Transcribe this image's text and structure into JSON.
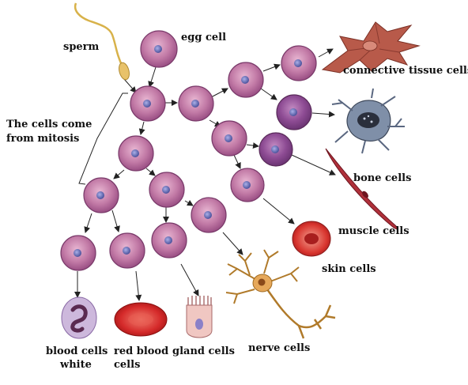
{
  "labels": {
    "sperm": "sperm",
    "egg_cell": "egg cell",
    "mitosis_line1": "The cells come",
    "mitosis_line2": "from mitosis",
    "connective": "connective tissue cells",
    "bone": "bone cells",
    "muscle": "muscle cells",
    "skin": "skin cells",
    "white_line1": "blood cells",
    "white_line2": "white",
    "red_line1": "red blood",
    "red_line2": "cells",
    "gland": "gland cells",
    "nerve": "nerve cells"
  },
  "colors": {
    "cell_fill": "#c27aa6",
    "cell_border": "#7a3a6a",
    "nucleus": "#6a70b8",
    "arrow": "#222222",
    "connective": "#b85a4a",
    "bone": "#7f8fa8",
    "muscle": "#b0303a",
    "skin": "#d8342e",
    "red_blood": "#d52a2a",
    "gland": "#f0c7c2",
    "nerve": "#e6a85a",
    "white_blood": "#cdb8dc"
  }
}
